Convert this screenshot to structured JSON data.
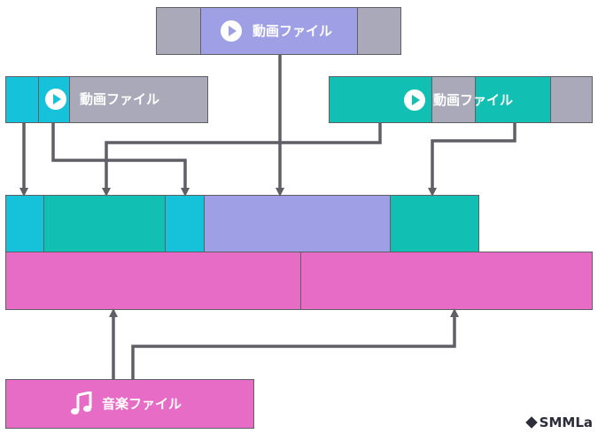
{
  "clips": {
    "top": {
      "label": "動画ファイル",
      "icon": "play-icon"
    },
    "left": {
      "label": "動画ファイル",
      "icon": "play-icon"
    },
    "right": {
      "label": "動画ファイル",
      "icon": "play-icon"
    },
    "audio": {
      "label": "音楽ファイル",
      "icon": "music-note-icon"
    }
  },
  "logo": {
    "text": "SMMLa"
  },
  "colors": {
    "gray": "#a9a9ba",
    "purple": "#9f9fe6",
    "cyan": "#16c2da",
    "teal": "#11c0b2",
    "pink": "#e76cc6",
    "arrow": "#5f5f66"
  }
}
